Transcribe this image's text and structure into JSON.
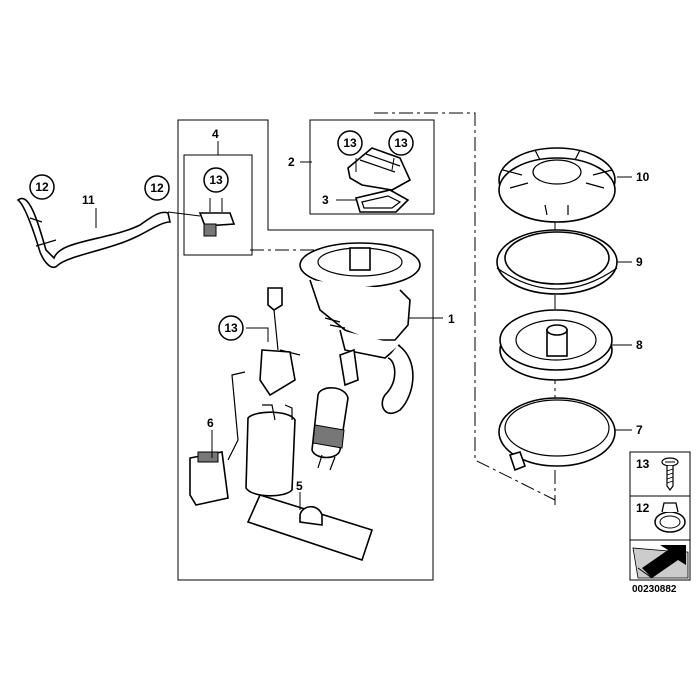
{
  "diagram": {
    "diagram_id": "00230882",
    "callouts": [
      {
        "key": "c1",
        "label": "1"
      },
      {
        "key": "c2",
        "label": "2"
      },
      {
        "key": "c3",
        "label": "3"
      },
      {
        "key": "c4",
        "label": "4"
      },
      {
        "key": "c5",
        "label": "5"
      },
      {
        "key": "c6",
        "label": "6"
      },
      {
        "key": "c7",
        "label": "7"
      },
      {
        "key": "c8",
        "label": "8"
      },
      {
        "key": "c9",
        "label": "9"
      },
      {
        "key": "c10",
        "label": "10"
      },
      {
        "key": "c11",
        "label": "11"
      }
    ],
    "circled_callouts": [
      {
        "key": "k13a",
        "label": "13"
      },
      {
        "key": "k13b",
        "label": "13"
      },
      {
        "key": "k13c",
        "label": "13"
      },
      {
        "key": "k13d",
        "label": "13"
      },
      {
        "key": "k12a",
        "label": "12"
      },
      {
        "key": "k12b",
        "label": "12"
      }
    ],
    "legend": [
      {
        "key": "l13",
        "label": "13",
        "icon": "screw-icon"
      },
      {
        "key": "l12",
        "label": "12",
        "icon": "hose-clamp-icon"
      },
      {
        "key": "lnav",
        "label": "",
        "icon": "arrow-pointer-icon"
      }
    ]
  }
}
